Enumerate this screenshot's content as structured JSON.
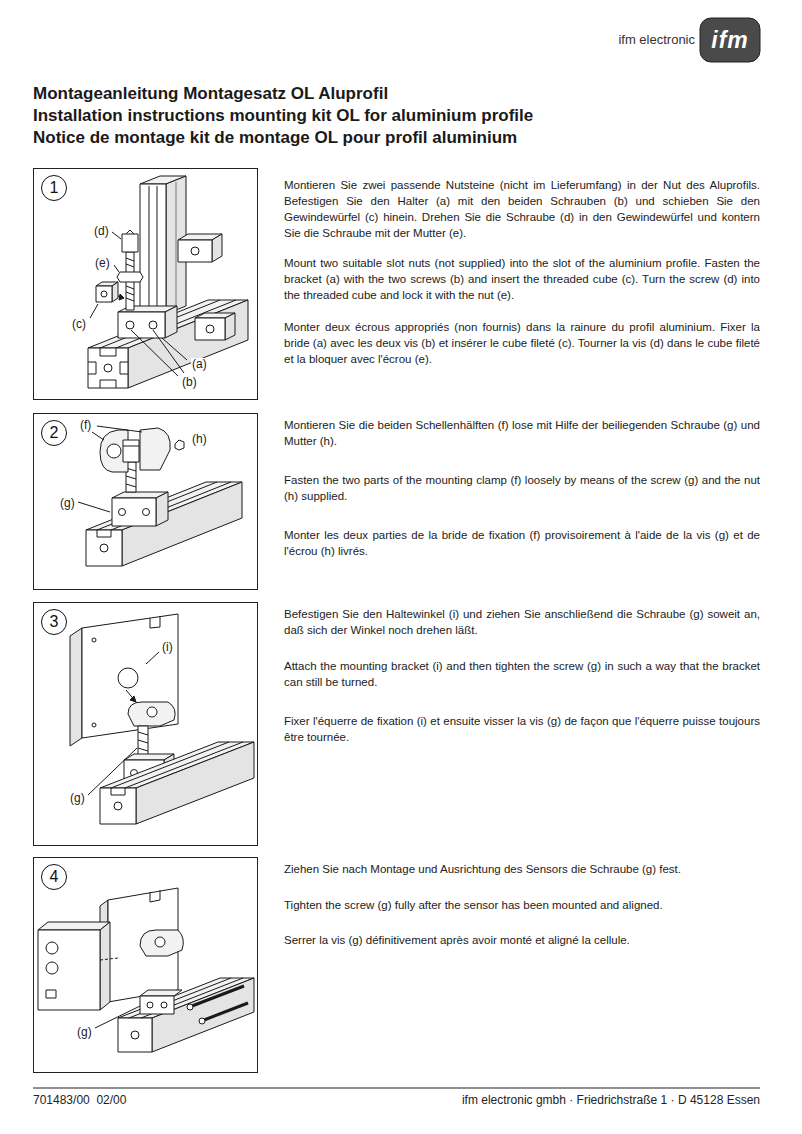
{
  "diagram": {
    "title": "Montageanleitung Montagesatz OL Aluprofil",
    "nodes": [
      {
        "text": [
          "(d)",
          "(e)",
          "(c)",
          "(a)",
          "(b)"
        ]
      },
      {
        "text": [
          "1"
        ],
        "in": 0
      },
      {
        "text": [
          "(f)",
          "(h)",
          "(g)"
        ]
      },
      {
        "text": [
          "2"
        ],
        "in": 2
      },
      {
        "text": [
          "(i)",
          "(g)"
        ]
      },
      {
        "text": [
          "3"
        ],
        "in": 4
      },
      {
        "text": [
          "(g)"
        ]
      },
      {
        "text": [
          "4"
        ],
        "in": 6
      }
    ],
    "labels": [
      "Installation instructions mounting kit OL for aluminium profile",
      "Notice de montage kit de montage OL pour profil aluminium",
      "ifm electronic",
      "ifm",
      "Montieren Sie zwei passende Nutsteine (nicht im Lieferumfang) in der Nut des Aluprofils. Befestigen Sie den Halter (a) mit den beiden Schrauben (b) und schieben Sie den Gewindewürfel (c) hinein. Drehen Sie die Schraube (d) in den Gewindewürfel und kontern Sie die Schraube mit der Mutter (e).",
      "Mount two suitable slot nuts (not supplied) into the slot of the aluminium profile. Fasten the bracket (a) with the two screws (b) and insert the threaded cube (c). Turn the screw (d) into the threaded cube and lock it with the nut (e).",
      "Monter deux écrous appropriés (non fournis) dans la rainure du profil aluminium. Fixer la bride (a) avec les deux vis (b) et insérer le cube fileté (c). Tourner la vis (d) dans le cube fileté et la bloquer avec l'écrou (e).",
      "Montieren Sie die beiden Schellenhälften (f) lose mit Hilfe der beiliegenden Schraube (g) und Mutter (h).",
      "Fasten the two parts of the mounting clamp (f) loosely by means of the screw (g) and the nut (h) supplied.",
      "Monter les deux parties de la bride de fixation (f) provisoirement à l'aide de la vis (g) et de l'écrou (h) livrés.",
      "Befestigen Sie den Haltewinkel (i) und ziehen Sie anschließend die Schraube (g) soweit an, daß sich der Winkel noch drehen läßt.",
      "Attach the mounting bracket (i) and then tighten the screw (g) in such a way that the bracket can still be turned.",
      "Fixer l'équerre de fixation (i) et ensuite visser la vis (g) de façon que l'équerre puisse toujours être tournée.",
      "Ziehen Sie nach Montage und Ausrichtung des Sensors die Schraube (g) fest.",
      "Tighten the screw (g) fully after the sensor has been mounted and aligned.",
      "Serrer la vis (g) définitivement après avoir monté et aligné la cellule.",
      "701483/00  02/00",
      "ifm electronic gmbh · Friedrichstraße 1 · D 45128 Essen"
    ]
  }
}
